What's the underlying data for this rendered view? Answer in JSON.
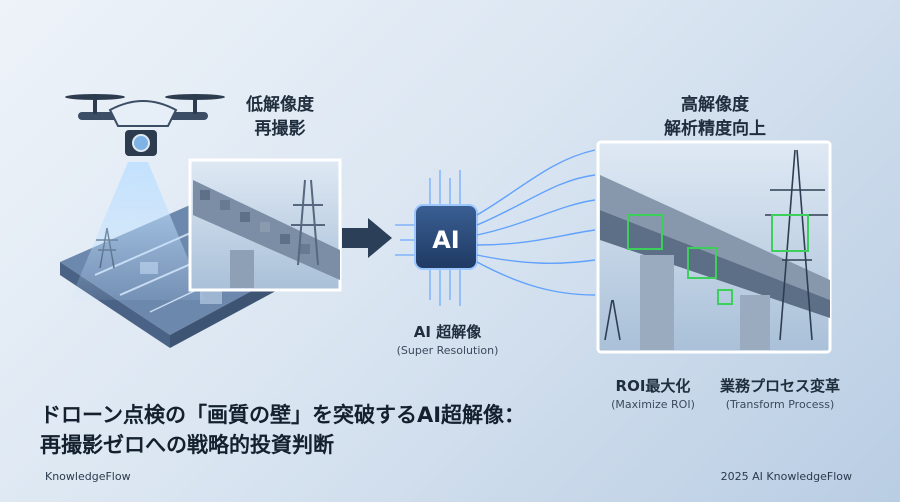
{
  "labels": {
    "low_res": [
      "低解像度",
      "再撮影"
    ],
    "high_res": [
      "高解像度",
      "解析精度向上"
    ],
    "ai_chip": "AI",
    "ai_name": "AI 超解像",
    "ai_name_en": "(Super Resolution)",
    "roi": "ROI最大化",
    "roi_en": "(Maximize ROI)",
    "transform": "業務プロセス変革",
    "transform_en": "(Transform Process)"
  },
  "title": [
    "ドローン点検の「画質の壁」を突破するAI超解像：",
    "再撮影ゼロへの戦略的投資判断"
  ],
  "footer": {
    "brand": "KnowledgeFlow",
    "copyright": "2025 AI KnowledgeFlow"
  },
  "colors": {
    "accent": "#2f8cff",
    "chip": "#2a4a78",
    "detect": "#3ccf5a"
  }
}
